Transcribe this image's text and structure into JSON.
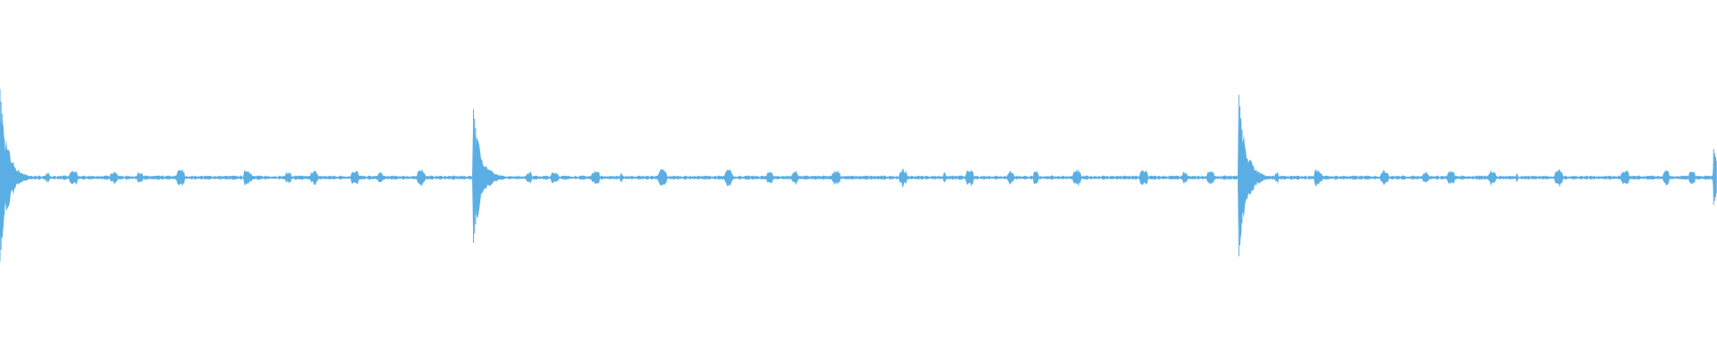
{
  "waveform": {
    "color": "#5aaee3",
    "onsets": [
      {
        "position": 0.0,
        "amplitude": 0.62
      },
      {
        "position": 0.2758,
        "amplitude": 0.48
      },
      {
        "position": 0.7215,
        "amplitude": 0.58
      },
      {
        "position": 0.998,
        "amplitude": 0.2
      }
    ],
    "idle_level": 0.01,
    "burst_level": 0.055
  }
}
